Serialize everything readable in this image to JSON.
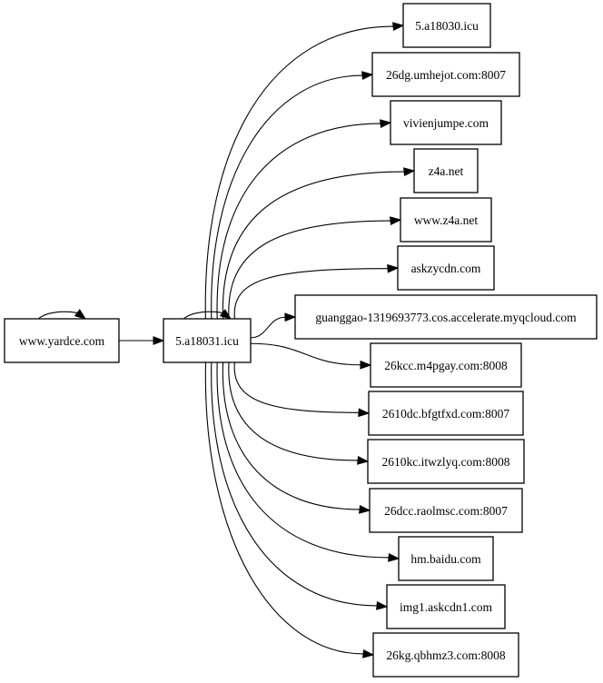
{
  "graph": {
    "nodes": [
      {
        "id": "yardce",
        "label": "www.yardce.com"
      },
      {
        "id": "a18031",
        "label": "5.a18031.icu"
      },
      {
        "id": "a18030",
        "label": "5.a18030.icu"
      },
      {
        "id": "umhejot",
        "label": "26dg.umhejot.com:8007"
      },
      {
        "id": "vivienjumpe",
        "label": "vivienjumpe.com"
      },
      {
        "id": "z4a",
        "label": "z4a.net"
      },
      {
        "id": "wwwz4a",
        "label": "www.z4a.net"
      },
      {
        "id": "askzycdn",
        "label": "askzycdn.com"
      },
      {
        "id": "guanggao",
        "label": "guanggao-1319693773.cos.accelerate.myqcloud.com"
      },
      {
        "id": "m4pgay",
        "label": "26kcc.m4pgay.com:8008"
      },
      {
        "id": "bfgtfxd",
        "label": "2610dc.bfgtfxd.com:8007"
      },
      {
        "id": "itwzlyq",
        "label": "2610kc.itwzlyq.com:8008"
      },
      {
        "id": "raolmsc",
        "label": "26dcc.raolmsc.com:8007"
      },
      {
        "id": "baidu",
        "label": "hm.baidu.com"
      },
      {
        "id": "askcdn1",
        "label": "img1.askcdn1.com"
      },
      {
        "id": "qbhmz3",
        "label": "26kg.qbhmz3.com:8008"
      }
    ],
    "edges": [
      {
        "from": "yardce",
        "to": "yardce"
      },
      {
        "from": "yardce",
        "to": "a18031"
      },
      {
        "from": "a18031",
        "to": "a18031"
      },
      {
        "from": "a18031",
        "to": "a18030"
      },
      {
        "from": "a18031",
        "to": "umhejot"
      },
      {
        "from": "a18031",
        "to": "vivienjumpe"
      },
      {
        "from": "a18031",
        "to": "z4a"
      },
      {
        "from": "a18031",
        "to": "wwwz4a"
      },
      {
        "from": "a18031",
        "to": "askzycdn"
      },
      {
        "from": "a18031",
        "to": "guanggao"
      },
      {
        "from": "a18031",
        "to": "m4pgay"
      },
      {
        "from": "a18031",
        "to": "bfgtfxd"
      },
      {
        "from": "a18031",
        "to": "itwzlyq"
      },
      {
        "from": "a18031",
        "to": "raolmsc"
      },
      {
        "from": "a18031",
        "to": "baidu"
      },
      {
        "from": "a18031",
        "to": "askcdn1"
      },
      {
        "from": "a18031",
        "to": "qbhmz3"
      }
    ]
  }
}
